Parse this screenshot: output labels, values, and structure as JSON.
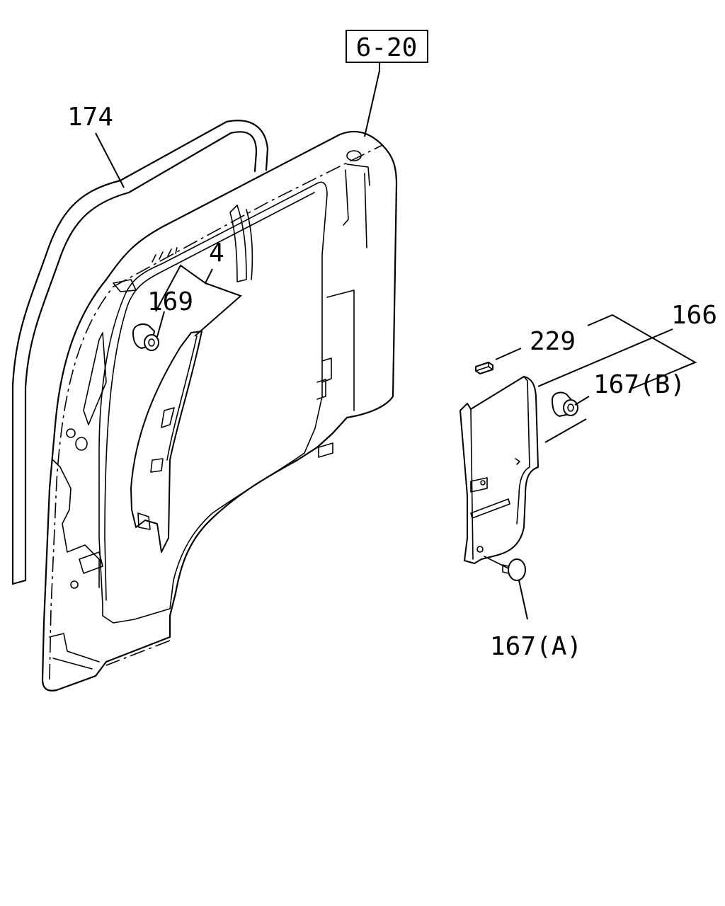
{
  "callouts": {
    "ref_box": "6-20",
    "weatherstrip": "174",
    "frame": "4",
    "clip_169": "169",
    "seal_229": "229",
    "trim_166": "166",
    "clip_167b": "167(B)",
    "clip_167a": "167(A)"
  }
}
